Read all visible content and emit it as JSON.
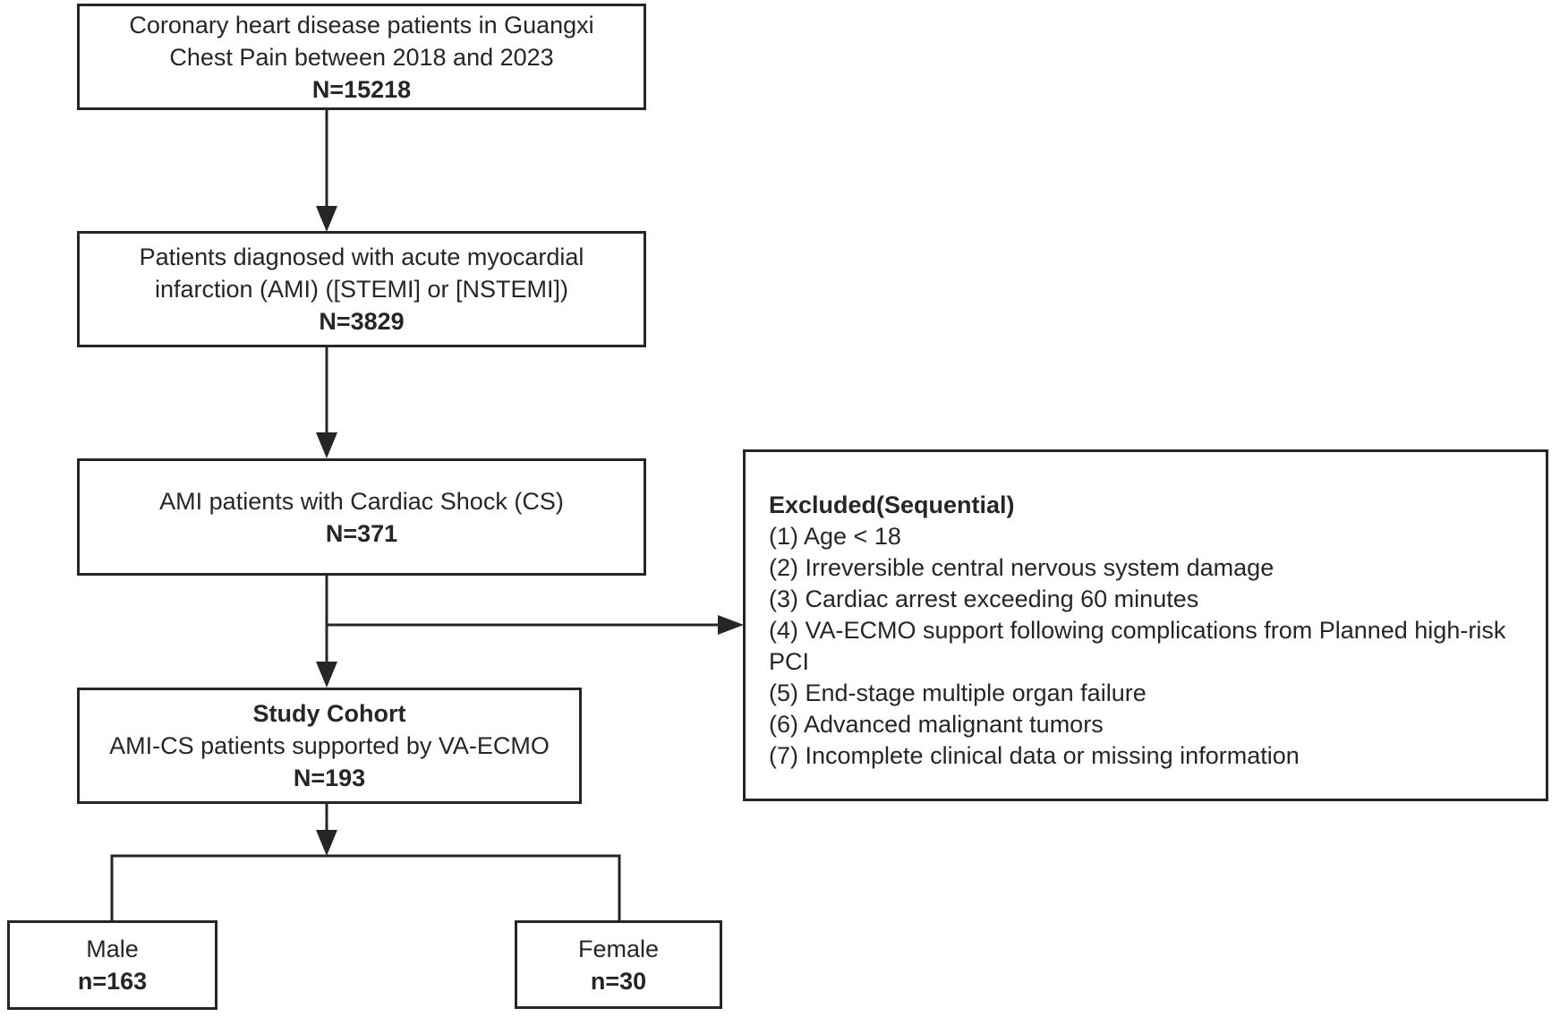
{
  "figure": {
    "type": "patient-flow-diagram",
    "colors": {
      "ink": "#262626",
      "background": "#ffffff"
    },
    "boxes": {
      "cohort1": {
        "line1": "Coronary heart disease patients in Guangxi",
        "line2": "Chest Pain between 2018 and 2023",
        "n": "N=15218"
      },
      "cohort2": {
        "line1": "Patients diagnosed with acute myocardial",
        "line2": "infarction (AMI) ([STEMI] or [NSTEMI])",
        "n": "N=3829"
      },
      "cohort3": {
        "line1": "AMI patients with Cardiac Shock (CS)",
        "n": "N=371"
      },
      "study": {
        "title": "Study Cohort",
        "line1": "AMI-CS patients supported by VA-ECMO",
        "n": "N=193"
      },
      "male": {
        "label": "Male",
        "n": "n=163"
      },
      "female": {
        "label": "Female",
        "n": "n=30"
      }
    },
    "excluded": {
      "title": "Excluded(Sequential)",
      "items": [
        "(1) Age < 18",
        "(2) Irreversible central nervous system damage",
        "(3) Cardiac arrest exceeding 60 minutes",
        "(4) VA-ECMO support following complications from Planned high-risk PCI",
        "(5) End-stage multiple organ failure",
        "(6) Advanced malignant tumors",
        "(7) Incomplete clinical data or missing information"
      ]
    }
  }
}
